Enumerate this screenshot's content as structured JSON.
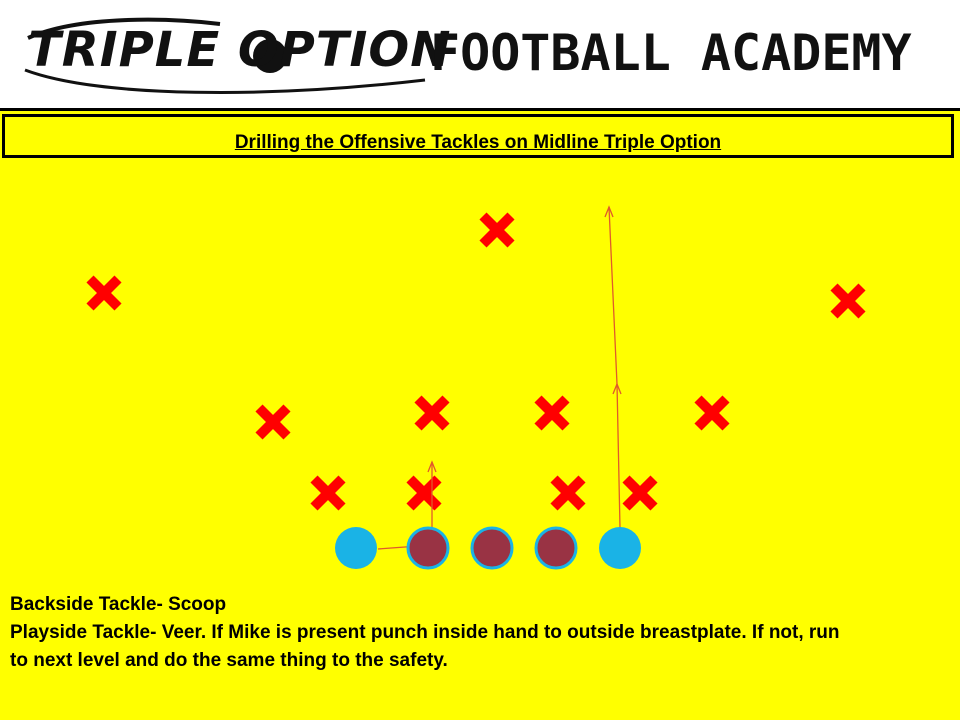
{
  "header": {
    "logo_left": "TRIPLE OPTION",
    "logo_right": "FOOTBALL ACADEMY"
  },
  "title": "Drilling the Offensive Tackles on Midline Triple Option",
  "colors": {
    "field": "#ffff00",
    "defender": "#ff0000",
    "offense_end": "#1ab3e6",
    "offense_lineman": "#993344",
    "lineman_border": "#1ab3e6",
    "route": "#e05a2b"
  },
  "defenders": [
    {
      "id": "safety"
    },
    {
      "id": "left-corner"
    },
    {
      "id": "right-corner"
    },
    {
      "id": "left-outside-backer"
    },
    {
      "id": "left-inside-backer"
    },
    {
      "id": "right-inside-backer"
    },
    {
      "id": "right-outside-backer"
    },
    {
      "id": "dl-1"
    },
    {
      "id": "dl-2"
    },
    {
      "id": "dl-3"
    },
    {
      "id": "dl-4"
    }
  ],
  "offense": [
    {
      "id": "backside-tackle",
      "role": "end"
    },
    {
      "id": "guard-1",
      "role": "lineman"
    },
    {
      "id": "center",
      "role": "lineman"
    },
    {
      "id": "guard-2",
      "role": "lineman"
    },
    {
      "id": "playside-tackle",
      "role": "end"
    }
  ],
  "caption": {
    "line1": "Backside Tackle- Scoop",
    "line2": "Playside Tackle- Veer.  If Mike is present punch inside hand to outside breastplate.  If not, run",
    "line3": "to next level and do the same thing to the safety."
  }
}
